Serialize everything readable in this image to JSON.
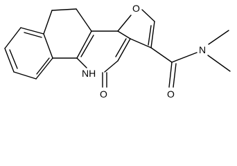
{
  "molecule": {
    "atoms": {
      "furan_oxygen": "O",
      "amide_oxygen": "O",
      "lactam_nh": "NH",
      "lactam_oxygen": "O",
      "amide_nitrogen": "N"
    }
  }
}
